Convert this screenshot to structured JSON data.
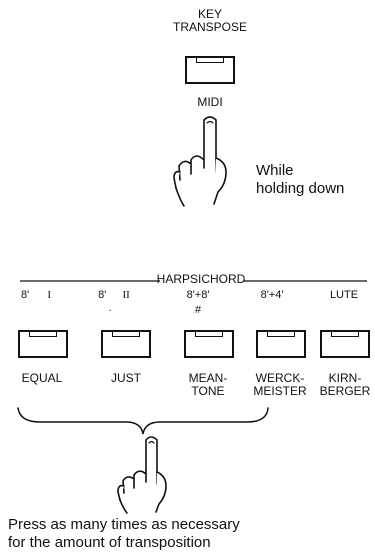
{
  "top_section": {
    "key_transpose": {
      "line1": "KEY",
      "line2": "TRANSPOSE"
    },
    "midi": "MIDI",
    "instruction": {
      "line1": "While",
      "line2": "holding down"
    }
  },
  "bottom_section": {
    "group_label": "HARPSICHORD",
    "markings": [
      {
        "left": "8'",
        "right": "I"
      },
      {
        "left": "8'",
        "right": "II",
        "below": "."
      },
      {
        "text": "8'+8'",
        "below": "#"
      },
      {
        "text": "8'+4'"
      },
      {
        "text": "LUTE"
      }
    ],
    "buttons": [
      {
        "line1": "EQUAL",
        "line2": ""
      },
      {
        "line1": "JUST",
        "line2": ""
      },
      {
        "line1": "MEAN-",
        "line2": "TONE"
      },
      {
        "line1": "WERCK-",
        "line2": "MEISTER"
      },
      {
        "line1": "KIRN-",
        "line2": "BERGER"
      }
    ],
    "instruction": {
      "line1": "Press as many times as necessary",
      "line2": "for the amount of transposition"
    }
  },
  "icons": {
    "finger_top": "pointing-finger-icon",
    "finger_bottom": "pointing-finger-icon",
    "brace": "curly-brace-icon"
  }
}
